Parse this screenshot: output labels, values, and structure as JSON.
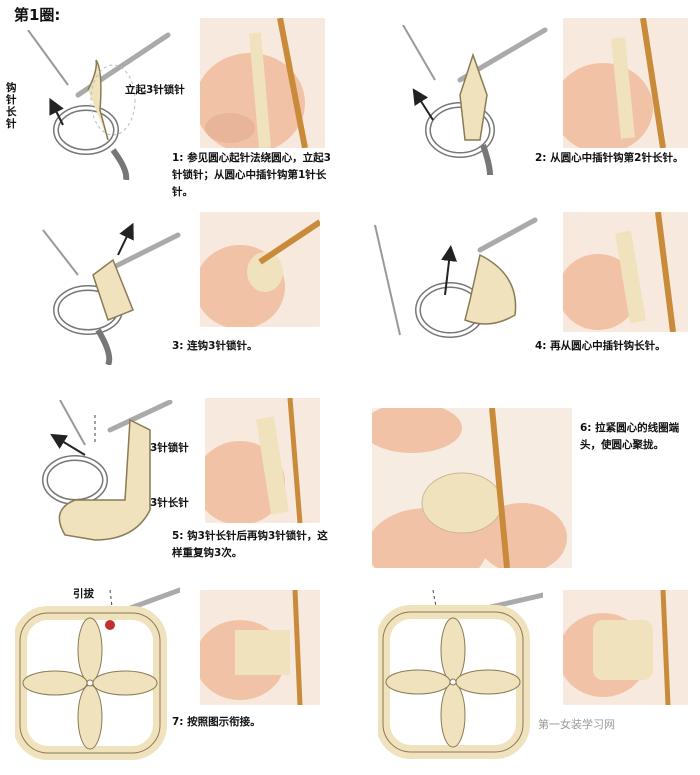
{
  "page": {
    "title": "第1圈:"
  },
  "labels": {
    "hook_dc": "钩\n针\n长\n针",
    "ch3_up": "立起3针锁针",
    "ch3": "3针锁针",
    "dc3": "3针长针",
    "slip": "引拔"
  },
  "steps": [
    {
      "id": 1,
      "text": "1: 参见圆心起针法绕圆心，立起3针锁针；从圆心中插针钩第1针长针。"
    },
    {
      "id": 2,
      "text": "2: 从圆心中插针钩第2针长针。"
    },
    {
      "id": 3,
      "text": "3: 连钩3针锁针。"
    },
    {
      "id": 4,
      "text": "4: 再从圆心中插针钩长针。"
    },
    {
      "id": 5,
      "text": "5: 钩3针长针后再钩3针锁针，这样重复钩3次。"
    },
    {
      "id": 6,
      "text": "6: 拉紧圆心的线圈端头，使圆心聚拢。"
    },
    {
      "id": 7,
      "text": "7: 按照图示衔接。"
    }
  ],
  "watermark": "第一女装学习网",
  "colors": {
    "yarn": "#efe2bd",
    "yarn_stroke": "#8a7a55",
    "hook": "#c98a3a",
    "skin": "#f2c2a6"
  }
}
